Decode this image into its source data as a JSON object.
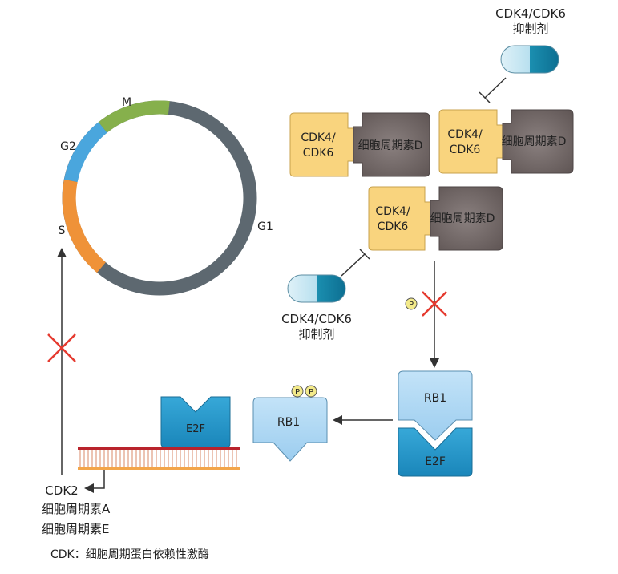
{
  "cell_cycle": {
    "phase_m": "M",
    "phase_g2": "G2",
    "phase_s": "S",
    "phase_g1": "G1"
  },
  "inhibitor_top": {
    "line1": "CDK4/CDK6",
    "line2": "抑制剂"
  },
  "inhibitor_left": {
    "line1": "CDK4/CDK6",
    "line2": "抑制剂"
  },
  "complexes": [
    {
      "cdk_line1": "CDK4/",
      "cdk_line2": "CDK6",
      "cyclin": "细胞周期素D"
    },
    {
      "cdk_line1": "CDK4/",
      "cdk_line2": "CDK6",
      "cyclin": "细胞周期素D"
    },
    {
      "cdk_line1": "CDK4/",
      "cdk_line2": "CDK6",
      "cyclin": "细胞周期素D"
    }
  ],
  "phospho_label": "P",
  "rb1_bound": "RB1",
  "e2f_bound": "E2F",
  "rb1_free": "RB1",
  "e2f_dna": "E2F",
  "targets": {
    "line1": "CDK2",
    "line2": "细胞周期素A",
    "line3": "细胞周期素E"
  },
  "footnote": "CDK：细胞周期蛋白依赖性激酶",
  "colors": {
    "cdk": "#f9d47e",
    "cyclin": "#6f6463",
    "rb1": "#a8d4f2",
    "e2f": "#2596c8",
    "ring_g1": "#5d6870",
    "ring_m": "#86b04c",
    "ring_g2": "#4aa6dd",
    "ring_s": "#ef9238",
    "dna_top": "#b9232c",
    "dna_bottom": "#f3a54a",
    "cross": "#e53a2f"
  }
}
